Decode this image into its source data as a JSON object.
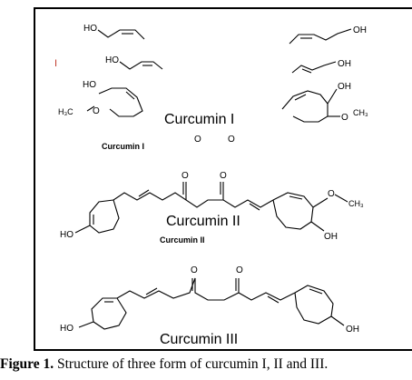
{
  "figure": {
    "roman_numeral": "I",
    "molecule_1": {
      "name_large": "Curcumin I",
      "name_small": "Curcumin I",
      "labels": [
        "HO",
        "HO",
        "HO",
        "H₃C",
        "O",
        "OH",
        "OH",
        "OH",
        "O",
        "CH₃",
        "O",
        "O"
      ]
    },
    "molecule_2": {
      "name_large": "Curcumin II",
      "name_small": "Curcumin II",
      "labels": [
        "O",
        "O",
        "O",
        "CH₃",
        "HO",
        "OH"
      ]
    },
    "molecule_3": {
      "name_large": "Curcumin III",
      "labels": [
        "O",
        "O",
        "HO",
        "OH"
      ]
    }
  },
  "caption": {
    "label": "Figure 1.",
    "text": " Structure of three form of curcumin I, II and III."
  },
  "colors": {
    "line": "#000000",
    "roman_numeral": "#c0392b"
  }
}
